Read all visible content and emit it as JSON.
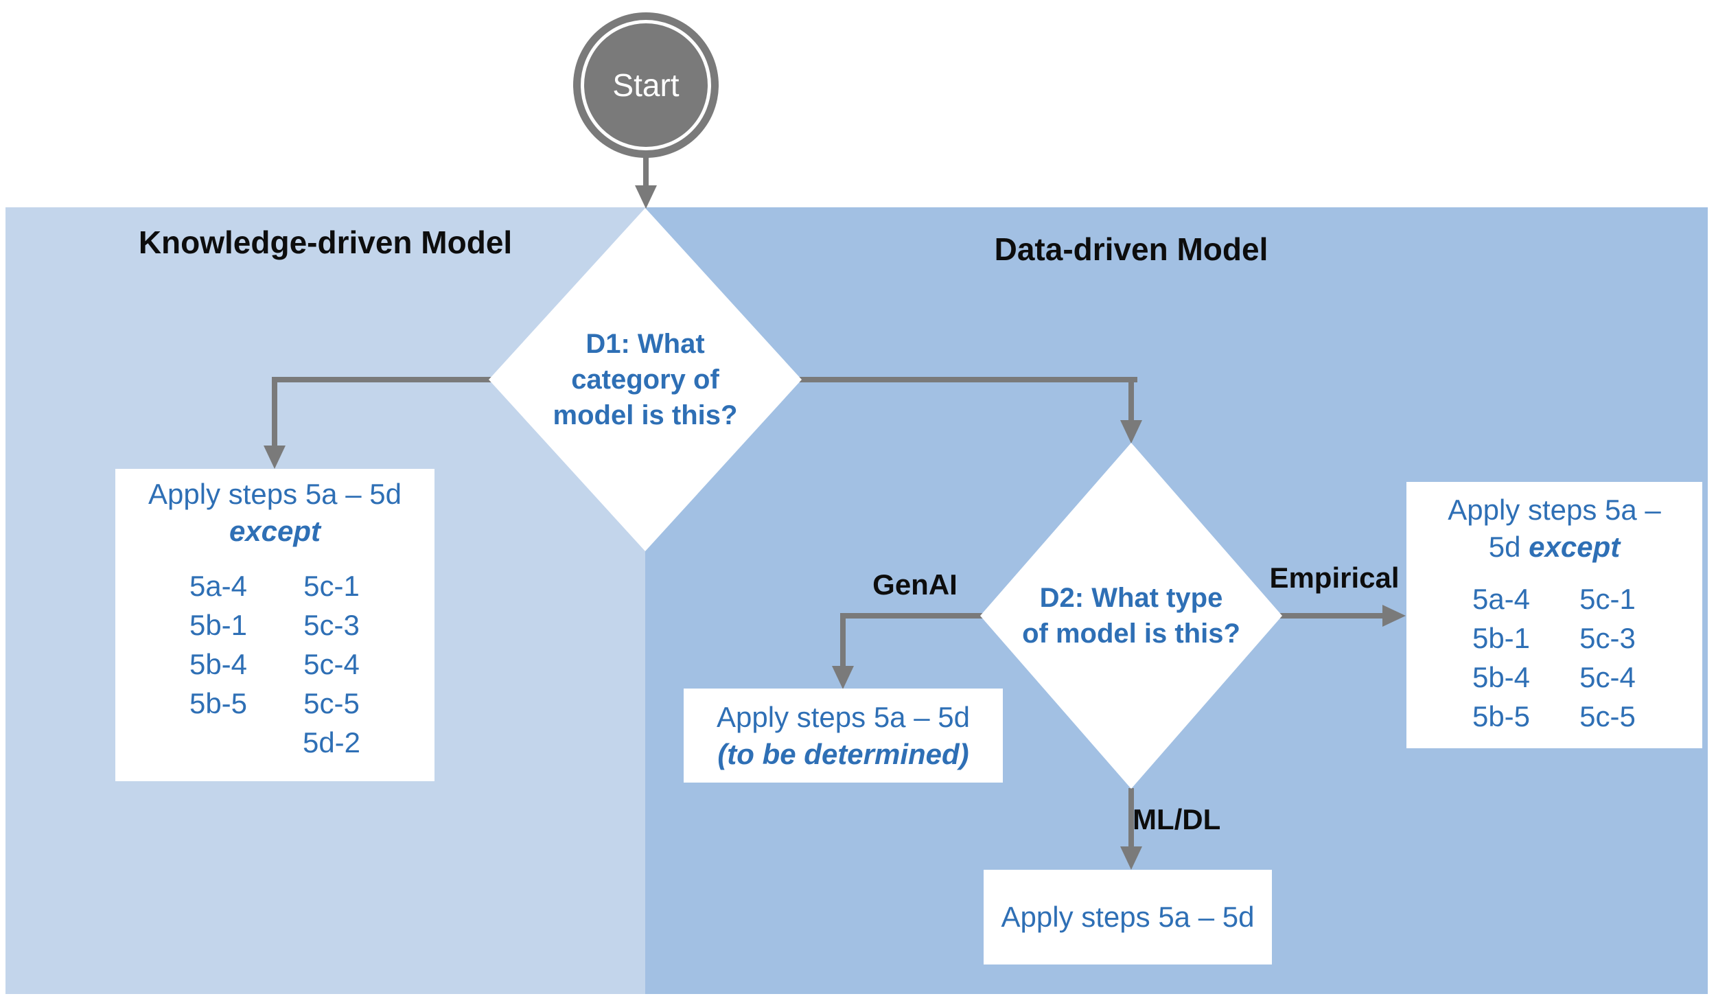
{
  "start": {
    "label": "Start"
  },
  "panels": {
    "left": {
      "title": "Knowledge-driven Model",
      "bg": "#c3d5eb"
    },
    "right": {
      "title": "Data-driven Model",
      "bg": "#a2c0e3"
    }
  },
  "colors": {
    "blue_text": "#2e6fb5",
    "arrow_gray": "#7a7a7a",
    "title_black": "#0d0d0d",
    "node_white": "#ffffff"
  },
  "d1": {
    "line1": "D1: What",
    "line2": "category of",
    "line3": "model is this?"
  },
  "d2": {
    "line1": "D2: What type",
    "line2": "of model is this?"
  },
  "branch_labels": {
    "genai": "GenAI",
    "empirical": "Empirical",
    "mldl": "ML/DL"
  },
  "left_box": {
    "heading": "Apply steps 5a – 5d",
    "except": "except",
    "col1": [
      "5a-4",
      "5b-1",
      "5b-4",
      "5b-5"
    ],
    "col2": [
      "5c-1",
      "5c-3",
      "5c-4",
      "5c-5",
      "5d-2"
    ]
  },
  "genai_box": {
    "line1": "Apply steps 5a – 5d",
    "line2": "(to be determined)"
  },
  "mldl_box": {
    "line1": "Apply steps 5a – 5d"
  },
  "empirical_box": {
    "heading_line1": "Apply steps 5a –",
    "heading_line2_prefix": "5d ",
    "except": "except",
    "col1": [
      "5a-4",
      "5b-1",
      "5b-4",
      "5b-5"
    ],
    "col2": [
      "5c-1",
      "5c-3",
      "5c-4",
      "5c-5"
    ]
  }
}
